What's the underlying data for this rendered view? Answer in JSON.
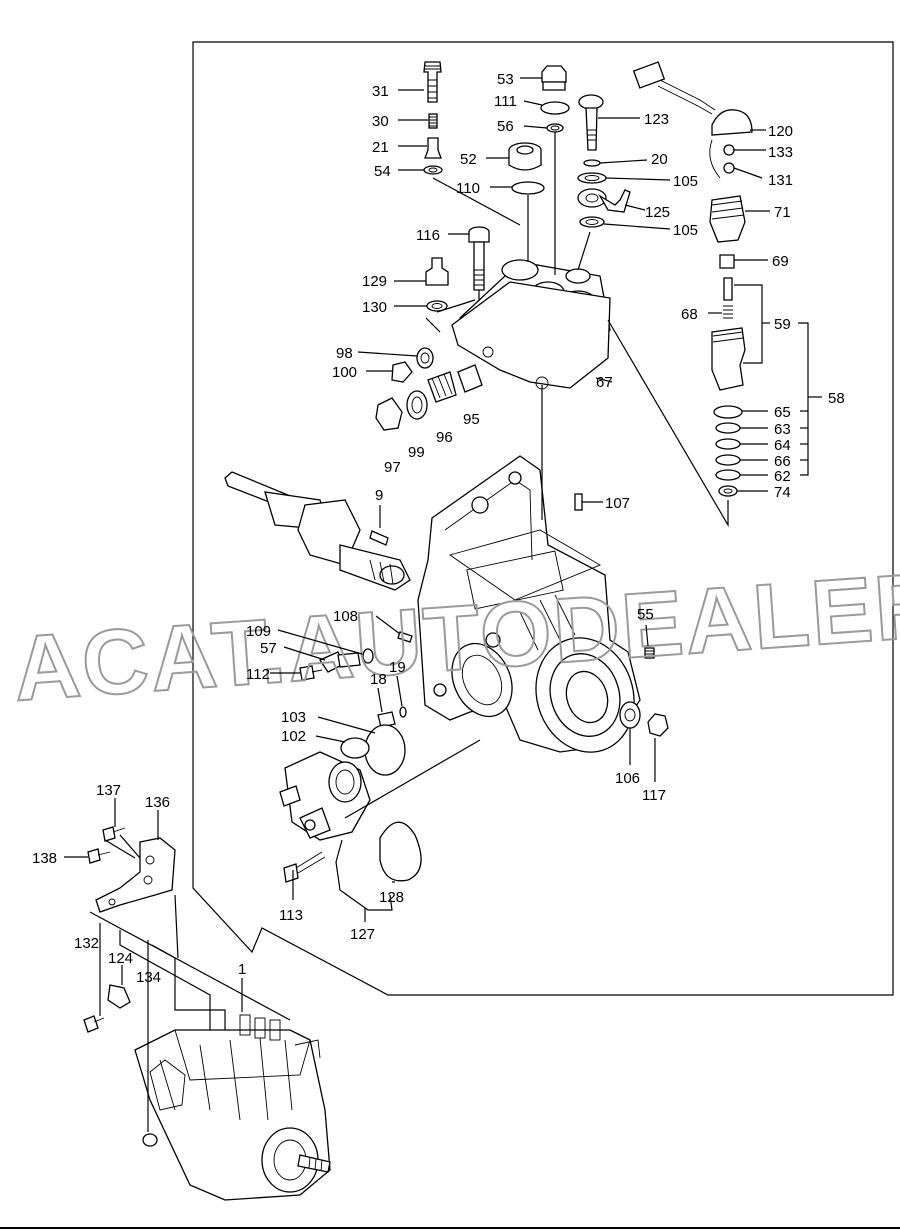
{
  "watermark": "ACAT.AUTODEALER.RU",
  "labels": {
    "l1": "1",
    "l9": "9",
    "l18": "18",
    "l19": "19",
    "l20": "20",
    "l21": "21",
    "l30": "30",
    "l31": "31",
    "l52": "52",
    "l53": "53",
    "l54": "54",
    "l55": "55",
    "l56": "56",
    "l57": "57",
    "l58": "58",
    "l59": "59",
    "l62": "62",
    "l63": "63",
    "l64": "64",
    "l65": "65",
    "l66": "66",
    "l67": "67",
    "l68": "68",
    "l69": "69",
    "l71": "71",
    "l74": "74",
    "l95": "95",
    "l96": "96",
    "l97": "97",
    "l98": "98",
    "l99": "99",
    "l100": "100",
    "l102": "102",
    "l103": "103",
    "l105a": "105",
    "l105b": "105",
    "l106": "106",
    "l107": "107",
    "l108": "108",
    "l109": "109",
    "l110": "110",
    "l111": "111",
    "l112": "112",
    "l113": "113",
    "l116": "116",
    "l117": "117",
    "l120": "120",
    "l123": "123",
    "l124": "124",
    "l125": "125",
    "l127": "127",
    "l128": "128",
    "l129": "129",
    "l130": "130",
    "l131": "131",
    "l132": "132",
    "l133": "133",
    "l134": "134",
    "l136": "136",
    "l137": "137",
    "l138": "138"
  }
}
